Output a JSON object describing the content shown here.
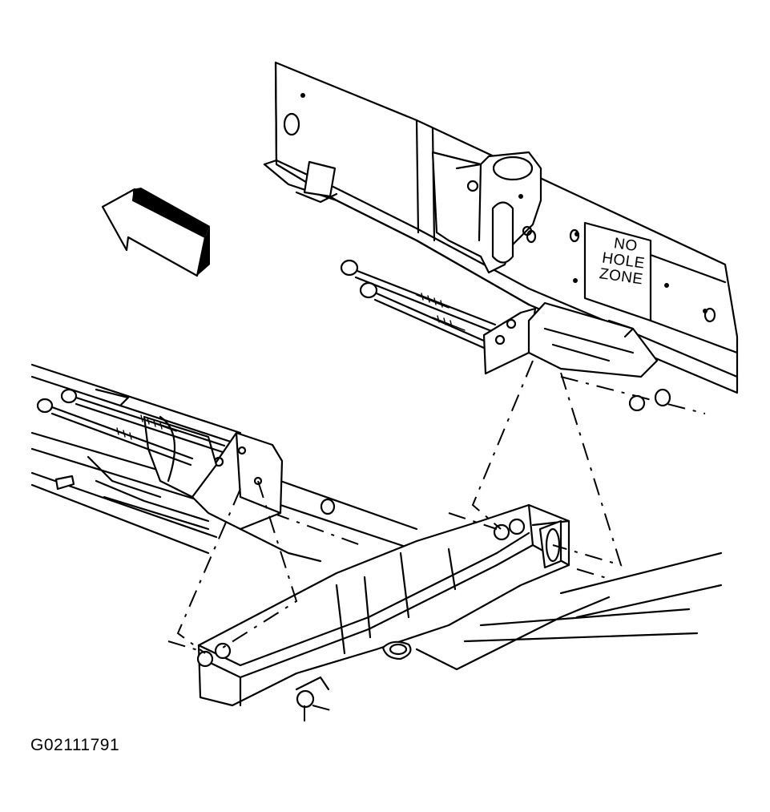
{
  "figure_id": "G02111791",
  "frame_label": [
    "NO",
    "HOLE",
    "ZONE"
  ],
  "icons": {
    "direction_arrow": "forward-arrow-icon",
    "hardware": "bolt-nut-icon"
  }
}
